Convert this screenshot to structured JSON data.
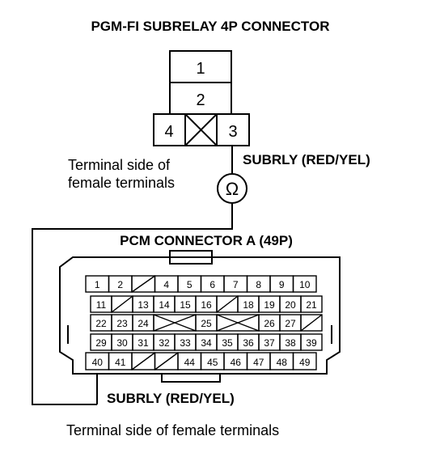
{
  "subrelay": {
    "title": "PGM-FI SUBRELAY 4P CONNECTOR",
    "terminals": [
      "1",
      "2",
      "4",
      "3"
    ],
    "note_line1": "Terminal side of",
    "note_line2": "female terminals",
    "wire_label": "SUBRLY (RED/YEL)",
    "meter_symbol": "Ω"
  },
  "pcm": {
    "title": "PCM CONNECTOR A (49P)",
    "rows": [
      [
        "1",
        "2",
        "",
        "4",
        "5",
        "6",
        "7",
        "8",
        "9",
        "10"
      ],
      [
        "11",
        "",
        "13",
        "14",
        "15",
        "16",
        "",
        "18",
        "19",
        "20",
        "21"
      ],
      [
        "22",
        "23",
        "24",
        "",
        "25",
        "",
        "26",
        "27",
        ""
      ],
      [
        "29",
        "30",
        "31",
        "32",
        "33",
        "34",
        "35",
        "36",
        "37",
        "38",
        "39"
      ],
      [
        "40",
        "41",
        "",
        "",
        "44",
        "45",
        "46",
        "47",
        "48",
        "49"
      ]
    ],
    "wire_label": "SUBRLY (RED/YEL)",
    "footer": "Terminal side of female terminals"
  }
}
